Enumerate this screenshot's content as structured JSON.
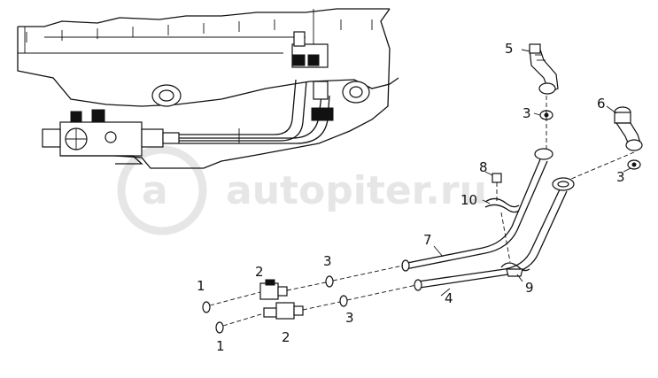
{
  "watermark": {
    "text": "autopiter.ru"
  },
  "callouts": {
    "c1_upper": "1",
    "c1_lower": "1",
    "c2_upper": "2",
    "c2_lower": "2",
    "c3_upper_left": "3",
    "c3_lower_left": "3",
    "c3_elbow5": "3",
    "c3_elbow6": "3",
    "c4": "4",
    "c5": "5",
    "c6": "6",
    "c7": "7",
    "c8": "8",
    "c9": "9",
    "c10": "10"
  },
  "colors": {
    "line": "#111111",
    "background": "#ffffff",
    "watermark": "#e6e6e6"
  }
}
